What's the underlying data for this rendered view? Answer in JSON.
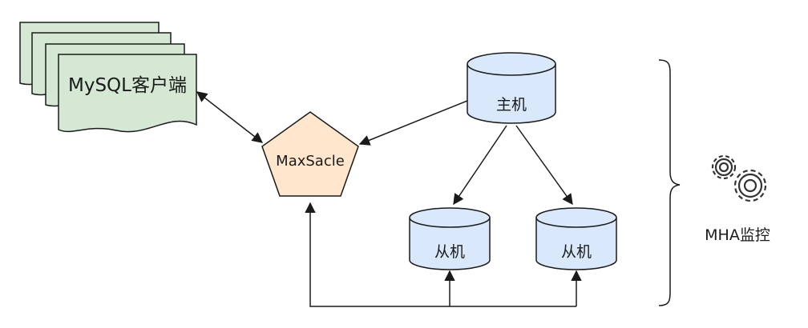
{
  "client": {
    "label": "MySQL客户端"
  },
  "proxy": {
    "label": "MaxSacle"
  },
  "master": {
    "label": "主机"
  },
  "slaves": [
    {
      "label": "从机"
    },
    {
      "label": "从机"
    }
  ],
  "monitor": {
    "label": "MHA监控",
    "icon": "gears-icon"
  },
  "colors": {
    "doc_fill": "#d5e8d4",
    "doc_stroke": "#1a1a1a",
    "proxy_fill": "#ffe6cc",
    "db_fill": "#dae8fc",
    "line": "#1a1a1a"
  }
}
